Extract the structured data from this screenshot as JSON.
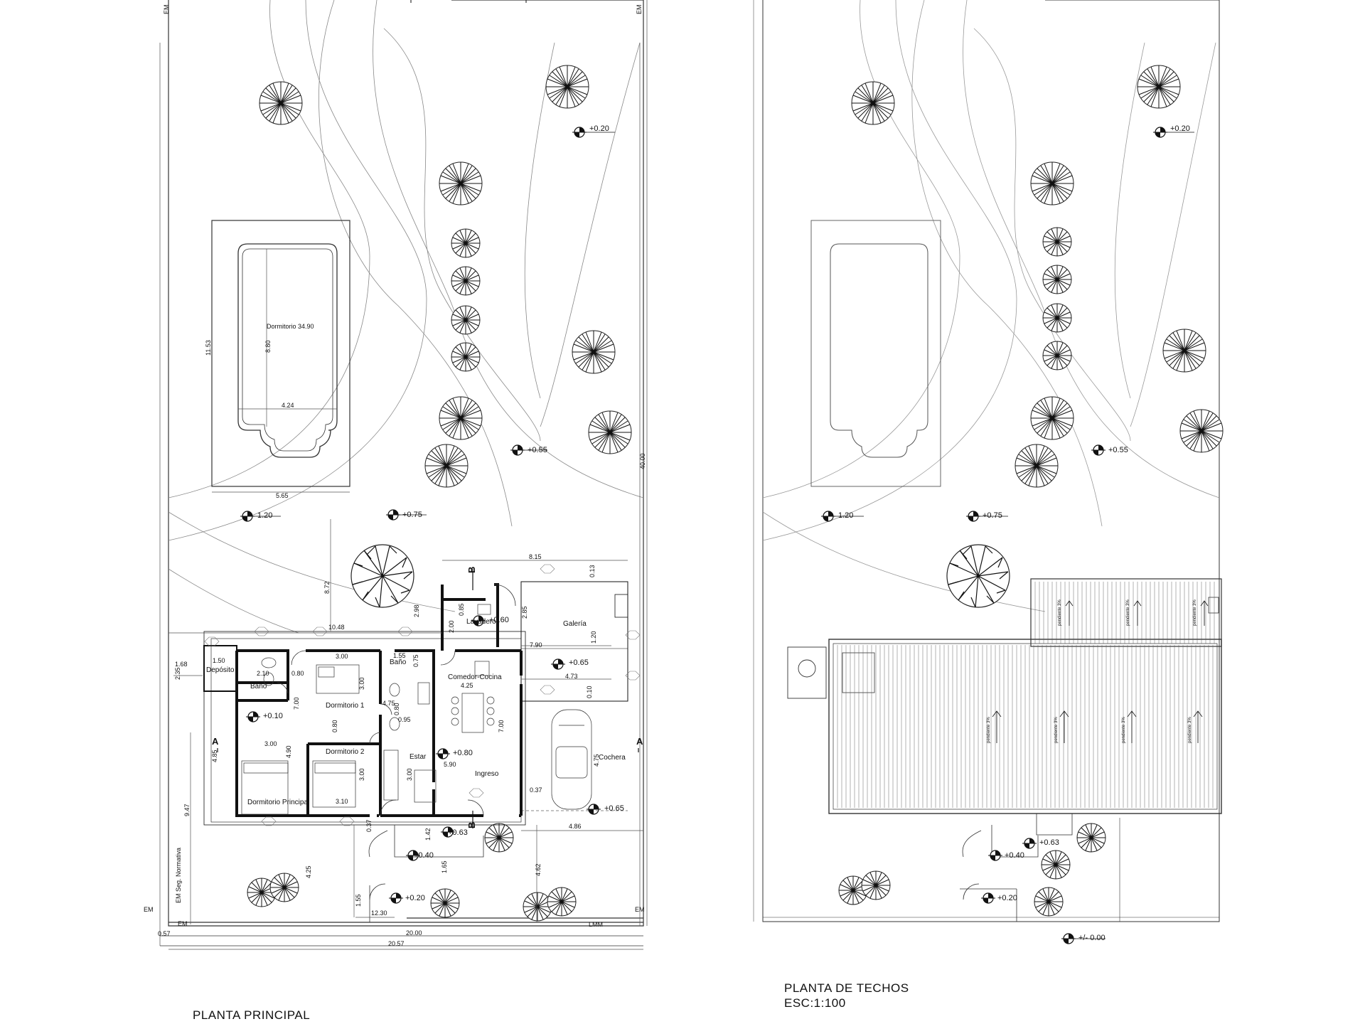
{
  "titles": {
    "plan_main": "PLANTA  PRINCIPAL",
    "plan_roof": "PLANTA DE TECHOS",
    "scale": "ESC:1:100"
  },
  "levels": {
    "garden_top": "+0.20",
    "garden_mid": "+0.55",
    "pool_deck": "1.20",
    "lawn": "+0.75",
    "lavadero": "+0.60",
    "galeria": "+0.65",
    "dormitorio": "+0.10",
    "estar": "+0.80",
    "cochera": "+0.65",
    "entry_step": "+0.63",
    "path_1": "+0.40",
    "path_2": "+0.20",
    "street": "+/- 0.00"
  },
  "rooms": {
    "pool": "Dormitorio 34.90",
    "lavadero": "Lavadero",
    "galeria": "Galería",
    "deposito": "Depósito",
    "bano_1": "Baño",
    "bano_2": "Baño",
    "dorm_1": "Dormitorio 1",
    "dorm_2": "Dormitorio 2",
    "dorm_p": "Dormitorio Principal",
    "comedor": "Comedor-Cocina",
    "estar": "Estar",
    "ingreso": "Ingreso",
    "cochera": "Cochera"
  },
  "dimensions": {
    "pool_len": "8.80",
    "pool_w": "4.24",
    "pool_deck_len": "11.53",
    "pool_deck_w": "5.65",
    "lot_depth": "40.00",
    "garden_depth": "8.72",
    "house_w": "10.48",
    "gal_w": "8.15",
    "d_013": "0.13",
    "d_085": "0.85",
    "d_200": "2.00",
    "d_298": "2.98",
    "d_285": "2.85",
    "d_790": "7.90",
    "d_120": "1.20",
    "d_473": "4.73",
    "d_010": "0.10",
    "d_300a": "3.00",
    "d_300b": "3.00",
    "d_300c": "3.00",
    "d_300d": "3.00",
    "d_300e": "3.00",
    "d_155": "1.55",
    "d_075": "0.75",
    "d_080a": "0.80",
    "d_080b": "0.80",
    "d_080c": "0.80",
    "d_150": "1.50",
    "d_210": "2.10",
    "d_168": "1.68",
    "d_235": "2.35",
    "d_475": "4.75",
    "d_095": "0.95",
    "d_425a": "4.25",
    "d_700a": "7.00",
    "d_700b": "7.00",
    "d_490": "4.90",
    "d_485": "4.85",
    "d_590": "5.90",
    "d_310": "3.10",
    "d_037a": "0.37",
    "d_037b": "0.37",
    "d_475c": "4.75",
    "d_486": "4.86",
    "d_947": "9.47",
    "d_425b": "4.25",
    "d_142": "1.42",
    "d_165": "1.65",
    "d_462": "4.62",
    "d_155b": "1.55",
    "d_1230": "12.30",
    "d_2000": "20.00",
    "d_2057": "20.57",
    "d_057": "0.57"
  },
  "marks": {
    "em_tl": "EM",
    "em_tr": "EM",
    "em_bl": "EM",
    "em_bl2": "EM",
    "em_br": "EM",
    "lmm": "LMM",
    "em_seg": "EM Seg. Normativa",
    "section_a1": "A",
    "section_a2": "A",
    "section_b1": "B",
    "section_b2": "B"
  },
  "roof": {
    "levels": {
      "garden_top": "+0.20",
      "garden_mid": "+0.55",
      "pool_deck": "1.20",
      "lawn": "+0.75",
      "entry_step": "+0.63",
      "path_1": "+0.40",
      "path_2": "+0.20"
    },
    "slope_label": "pendiente 3%"
  }
}
